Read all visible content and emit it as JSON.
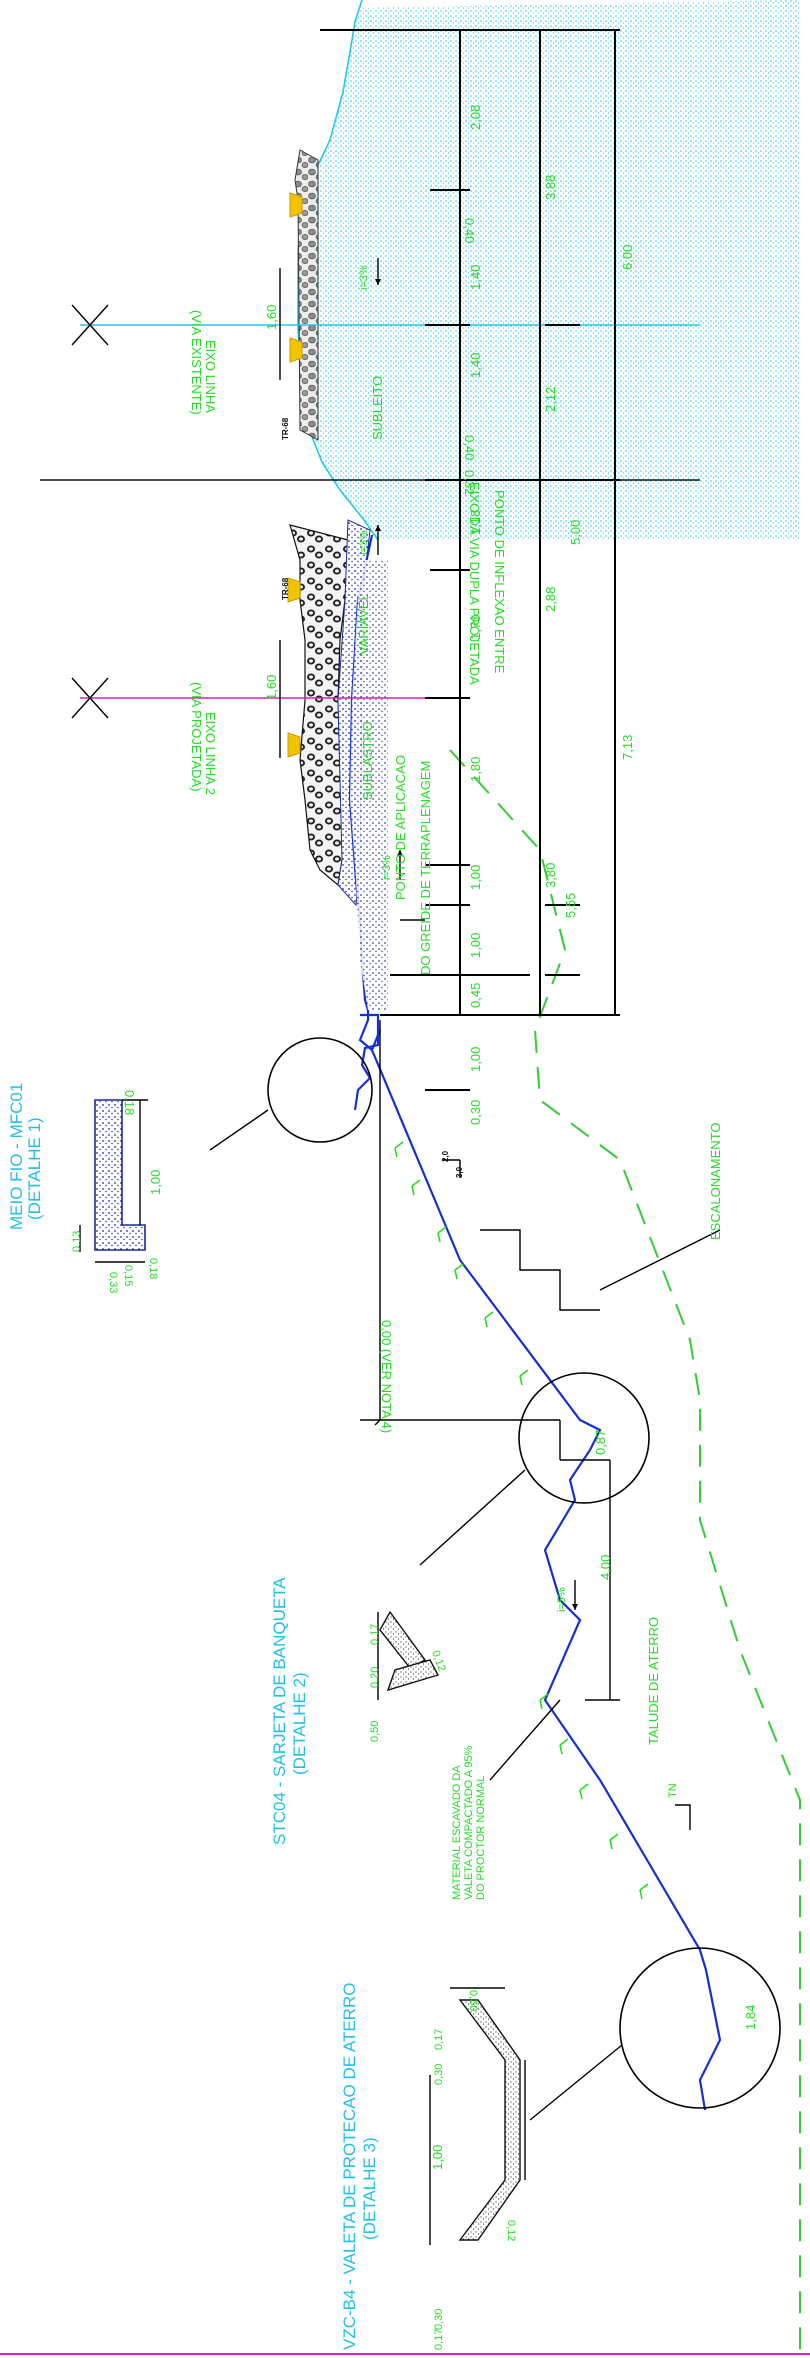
{
  "colors": {
    "dimension_text": "#22dd22",
    "title_text": "#22bfe6",
    "terrain_profile": "#1530d0",
    "existing_ground": "#33cc33",
    "pink_axis": "#e61fb4",
    "rail_tie": "#f1c400"
  },
  "titles": {
    "detail1": [
      "MEIO FIO - MFC01",
      "(DETALHE 1)"
    ],
    "detail2": [
      "STC04 - SARJETA DE BANQUETA",
      "(DETALHE 2)"
    ],
    "detail3": [
      "VZC-B4 - VALETA DE PROTECAO DE ATERRO",
      "(DETALHE 3)"
    ]
  },
  "labels": {
    "eixo_existente": [
      "EIXO LINHA",
      "(VIA EXISTENTE)"
    ],
    "eixo_projetada": [
      "EIXO LINHA 2",
      "(VIA PROJETADA)"
    ],
    "eixo_dupla": "EIXO DA VIA DUPLA PROJETADA",
    "ponto_inflexao": "PONTO DE INFLEXAO ENTRE",
    "subleito": "SUBLEITO",
    "variavel": "VARIAVEL",
    "sublastro": "SUBLASTRO",
    "ponto_aplicacao": [
      "PONTO DE APLICACAO",
      "DO GREIDE DE TERRAPLENAGEM"
    ],
    "escalonamento": "ESCALONAMENTO",
    "nota": "0,00 (VER NOTA 4)",
    "talude": "TALUDE DE ATERRO",
    "material": [
      "MATERIAL ESCAVADO DA",
      "VALETA COMPACTADO A 95%",
      "DO PROCTOR NORMAL"
    ],
    "tn": "TN",
    "tr68_a": "TR-68",
    "tr68_b": "TR-68",
    "slope_32a": "3,0",
    "slope_32b": "2,0"
  },
  "slopes": {
    "s1": "i=3%",
    "s2": "i=3%",
    "s3": "i=3%",
    "s4": "i=5%"
  },
  "dims": {
    "d208": "2,08",
    "d040a": "0,40",
    "d140a": "1,40",
    "d140b": "1,40",
    "d040b": "0,40",
    "d032": "0,32",
    "d118": "1,18",
    "d170": "1,70",
    "d180": "1,80",
    "d100a": "1,00",
    "d100b": "1,00",
    "d045": "0,45",
    "d100c": "1,00",
    "d030": "0,30",
    "d388": "3,88",
    "d212": "2,12",
    "d288": "2,88",
    "d380": "3,80",
    "d600": "6,00",
    "d500": "5,00",
    "d555": "5,55",
    "d713": "7,13",
    "g160a": "1,60",
    "g160b": "1,60",
    "d087": "0,87",
    "d400": "4,00",
    "d184": "1,84"
  },
  "detail1_dims": {
    "top": "0,18",
    "len": "1,00",
    "a": "0,13",
    "b": "0,18",
    "c": "0,15",
    "d": "0,33"
  },
  "detail2_dims": {
    "a": "0,17",
    "b": "0,20",
    "c": "0,50",
    "d": "0,12"
  },
  "detail3_dims": {
    "a": "0,30",
    "b": "0,17",
    "c": "0,30",
    "d": "1,00",
    "e": "0,12",
    "f": "0,30",
    "g": "0,17"
  }
}
